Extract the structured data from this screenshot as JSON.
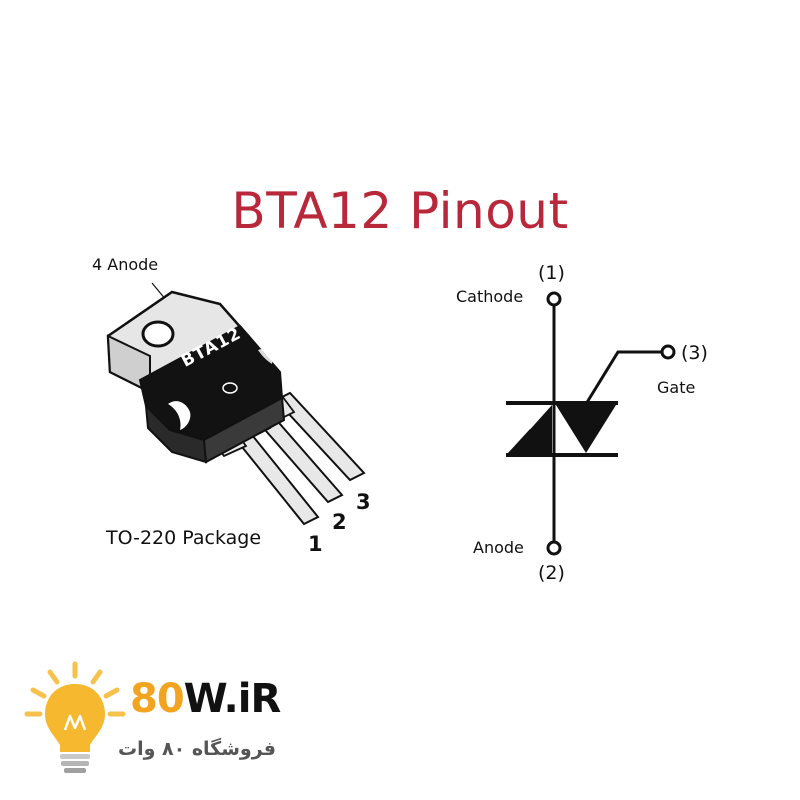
{
  "title": "BTA12 Pinout",
  "colors": {
    "title": "#b8283a",
    "brand_orange": "#f2a421",
    "brand_dark": "#111111",
    "bulb": "#f5b82e"
  },
  "package": {
    "anode_tab_label": "4 Anode",
    "chip_marking": "BTA12",
    "package_label": "TO-220 Package",
    "pin_numbers": [
      "1",
      "2",
      "3"
    ]
  },
  "symbol": {
    "cathode_label": "Cathode",
    "cathode_pin": "(1)",
    "gate_label": "Gate",
    "gate_pin": "(3)",
    "anode_label": "Anode",
    "anode_pin": "(2)"
  },
  "brand": {
    "name_part1": "80",
    "name_part2": "W.iR",
    "tagline": "فروشگاه ۸۰ وات"
  }
}
